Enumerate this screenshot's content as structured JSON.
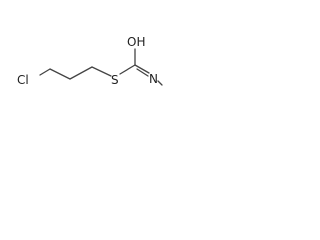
{
  "molecule": {
    "atoms": {
      "chlorine": "Cl",
      "sulfur": "S",
      "hydroxyl": "OH",
      "nitrogen": "N"
    },
    "colors": {
      "bond": "#444444",
      "label": "#222222",
      "background": "#ffffff"
    }
  }
}
